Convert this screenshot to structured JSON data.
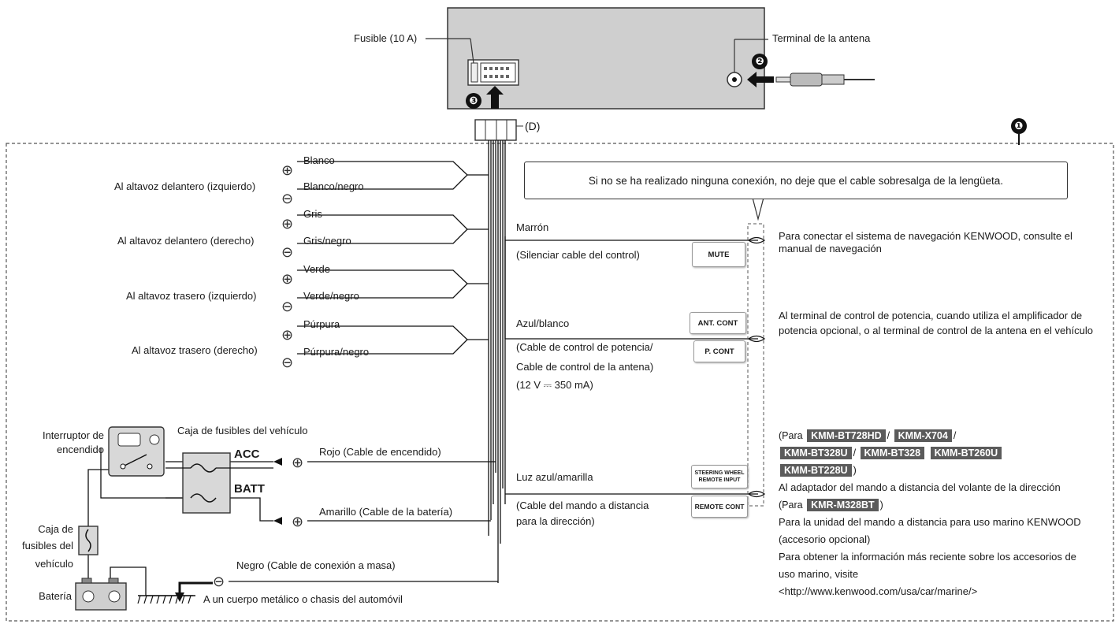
{
  "head_unit": {
    "fuse_label": "Fusible (10 A)",
    "antenna_terminal_label": "Terminal de la antena",
    "connector_label": "(D)",
    "step_1": "❶",
    "step_2": "❷",
    "step_3": "❸"
  },
  "speakers": [
    {
      "destination": "Al altavoz delantero (izquierdo)",
      "plus_color": "Blanco",
      "minus_color": "Blanco/negro"
    },
    {
      "destination": "Al altavoz delantero (derecho)",
      "plus_color": "Gris",
      "minus_color": "Gris/negro"
    },
    {
      "destination": "Al altavoz trasero (izquierdo)",
      "plus_color": "Verde",
      "minus_color": "Verde/negro"
    },
    {
      "destination": "Al altavoz trasero (derecho)",
      "plus_color": "Púrpura",
      "minus_color": "Púrpura/negro"
    }
  ],
  "note": "Si no se ha realizado ninguna conexión, no deje que el cable sobresalga de la lengüeta.",
  "control_wires": {
    "mute": {
      "color": "Marrón",
      "desc": "(Silenciar cable del control)",
      "label": "MUTE",
      "target": "Para conectar el sistema de navegación KENWOOD, consulte el manual de navegación"
    },
    "antenna": {
      "color": "Azul/blanco",
      "desc_1": "(Cable de control de potencia/",
      "desc_2": "Cable de control de la antena)",
      "desc_3": "(12 V ⎓ 350 mA)",
      "label_top": "ANT. CONT",
      "label_bottom": "P. CONT",
      "target": "Al terminal de control de potencia, cuando utiliza el amplificador de potencia opcional, o al terminal de control de la antena en el vehículo"
    },
    "remote": {
      "color": "Luz azul/amarilla",
      "desc_1": "(Cable del mando a distancia",
      "desc_2": "para la dirección)",
      "label_top_1": "STEERING WHEEL",
      "label_top_2": "REMOTE INPUT",
      "label_bottom": "REMOTE CONT",
      "para_open": "(Para",
      "models": [
        "KMM-BT728HD",
        "KMM-X704",
        "KMM-BT328U",
        "KMM-BT328",
        "KMM-BT260U",
        "KMM-BT228U"
      ],
      "sep": "/",
      "close_paren": ")",
      "target_steering": "Al adaptador del mando a distancia del volante de la dirección",
      "marine_model": "KMR-M328BT",
      "target_marine_1": "Para la unidad del mando a distancia para uso marino KENWOOD",
      "target_marine_2": "(accesorio opcional)",
      "target_marine_3": "Para obtener la información más reciente sobre los accesorios de",
      "target_marine_4": "uso marino, visite",
      "url": "<http://www.kenwood.com/usa/car/marine/>"
    }
  },
  "power": {
    "ignition_switch_1": "Interruptor de",
    "ignition_switch_2": "encendido",
    "fuse_box": "Caja de fusibles del vehículo",
    "fuse_box_2_1": "Caja de",
    "fuse_box_2_2": "fusibles del",
    "fuse_box_2_3": "vehículo",
    "acc": "ACC",
    "batt": "BATT",
    "red_wire": "Rojo (Cable de encendido)",
    "yellow_wire": "Amarillo (Cable de la batería)",
    "black_wire": "Negro (Cable de conexión a masa)",
    "ground_target": "A un cuerpo metálico o chasis del automóvil",
    "battery": "Batería"
  },
  "symbols": {
    "plus": "⊕",
    "minus": "⊖"
  }
}
